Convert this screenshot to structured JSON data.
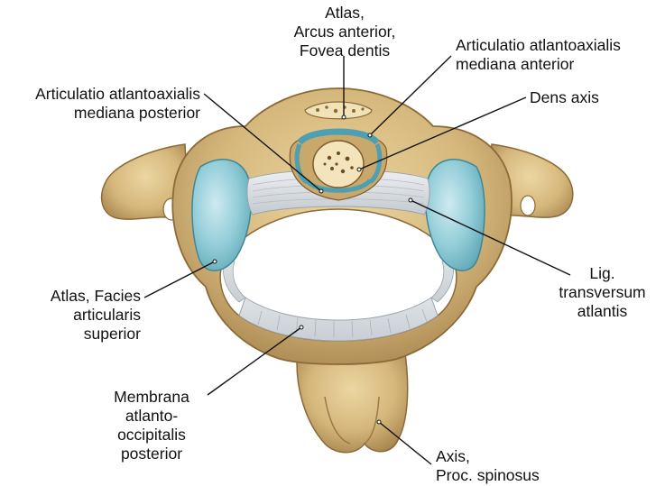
{
  "labels": {
    "atlas_arcus": [
      "Atlas,",
      "Arcus anterior,",
      "Fovea dentis"
    ],
    "artic_anterior": [
      "Articulatio atlantoaxialis",
      "mediana anterior"
    ],
    "artic_posterior": [
      "Articulatio atlantoaxialis",
      "mediana posterior"
    ],
    "dens_axis": [
      "Dens axis"
    ],
    "facies": [
      "Atlas, Facies",
      "articularis",
      "superior"
    ],
    "lig_transversum": [
      "Lig.",
      "transversum",
      "atlantis"
    ],
    "membrana": [
      "Membrana",
      "atlanto-",
      "occipitalis",
      "posterior"
    ],
    "axis_proc": [
      "Axis,",
      "Proc. spinosus"
    ]
  },
  "colors": {
    "bone": "#d9bd82",
    "bone_dark": "#9c7a44",
    "cartilage": "#8cc9d4",
    "ligament": "#d7dbe0",
    "line": "#111111"
  }
}
